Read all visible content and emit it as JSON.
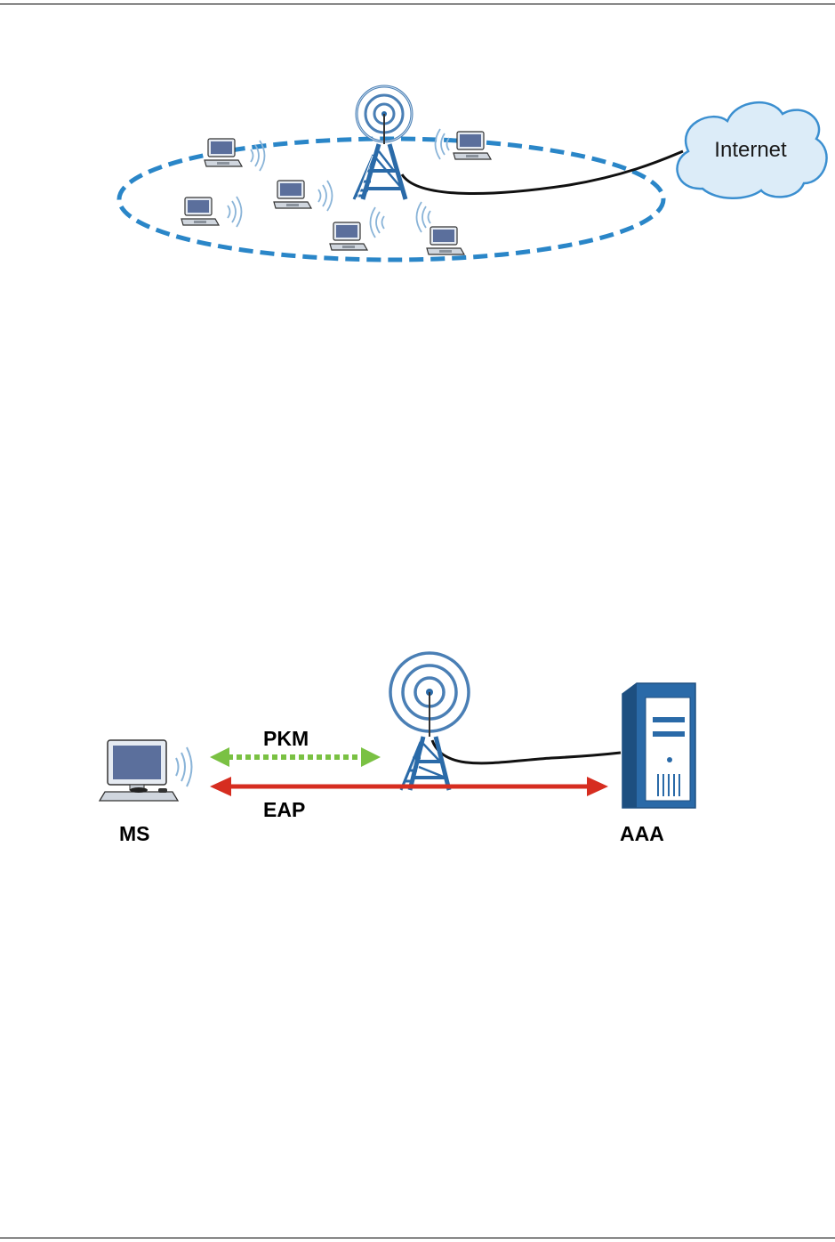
{
  "figure1": {
    "cloud_label": "Internet",
    "colors": {
      "coverage": "#2a86c8",
      "tower": "#2a6aa8",
      "cloud_fill": "#dcecf8",
      "cloud_stroke": "#3b8fd0",
      "cable": "#111111",
      "laptop_screen": "#5b6f9c"
    }
  },
  "figure2": {
    "pkm_label": "PKM",
    "eap_label": "EAP",
    "ms_label": "MS",
    "aaa_label": "AAA",
    "colors": {
      "pkm_arrow": "#7ac143",
      "eap_arrow": "#d62d20",
      "server": "#2a6aa8",
      "pc_screen": "#5b6f9c"
    }
  }
}
